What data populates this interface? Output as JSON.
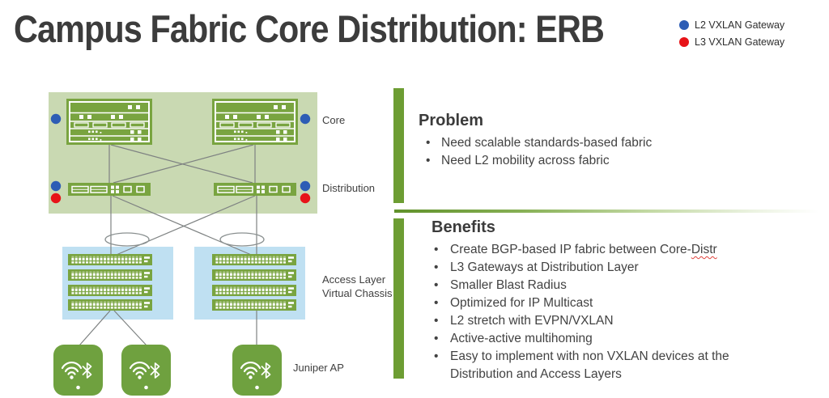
{
  "slide": {
    "title": "Campus Fabric Core Distribution: ERB"
  },
  "legend": {
    "items": [
      {
        "label": "L2 VXLAN Gateway",
        "color": "#2d5db5"
      },
      {
        "label": "L3 VXLAN Gateway",
        "color": "#e71318"
      }
    ]
  },
  "diagram": {
    "labels": {
      "core": "Core",
      "distribution": "Distribution",
      "access_line1": "Access Layer",
      "access_line2": "Virtual Chassis",
      "ap": "Juniper AP"
    }
  },
  "problem": {
    "heading": "Problem",
    "items": [
      "Need scalable standards-based fabric",
      "Need L2 mobility across fabric"
    ]
  },
  "benefits": {
    "heading": "Benefits",
    "bullet_create": {
      "prefix": "Create BGP-based IP fabric between Core-",
      "wavy": "Distr"
    },
    "items": [
      "L3 Gateways at Distribution Layer",
      "Smaller Blast Radius",
      "Optimized for IP Multicast",
      "L2 stretch with EVPN/VXLAN",
      "Active-active multihoming"
    ],
    "bullet_easy": {
      "line1": "Easy to implement with non VXLAN devices at the",
      "line2": "Distribution and Access Layers"
    }
  },
  "colors": {
    "accent_green": "#6d9d33",
    "panel_green": "#c9d9b2",
    "device_green": "#79a440",
    "ap_green": "#6fa13f",
    "access_blue": "#bfe0f2",
    "l2_gateway_blue": "#2d5db5",
    "l3_gateway_red": "#e71318",
    "line_gray": "#7e8282"
  }
}
